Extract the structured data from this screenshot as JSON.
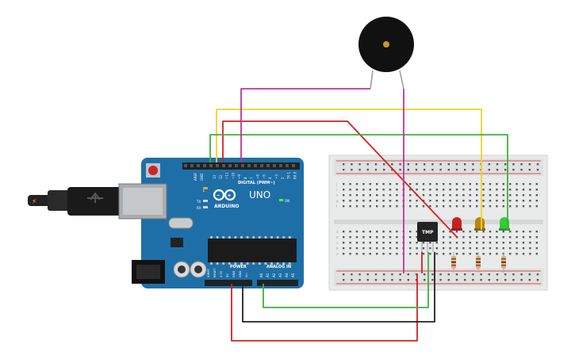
{
  "arduino": {
    "brand": "ARDUINO",
    "model": "UNO",
    "digital_label": "DIGITAL (PWM~)",
    "power_label": "POWER",
    "analog_label": "ANALOG IN",
    "on_label": "ON",
    "tx_label": "TX",
    "rx_label": "RX",
    "l_label": "L",
    "aref_label": "AREF",
    "gnd_label": "GND",
    "digital_pins": [
      "13",
      "12",
      "~11",
      "~10",
      "~9",
      "8",
      "7",
      "~6",
      "~5",
      "4",
      "~3",
      "2",
      "TX 1",
      "RX 0"
    ],
    "power_pins": [
      "IOREF",
      "RESET",
      "3.3V",
      "5V",
      "GND",
      "GND",
      "Vin"
    ],
    "analog_pins": [
      "A0",
      "A1",
      "A2",
      "A3",
      "A4",
      "A5"
    ]
  },
  "sensor": {
    "label": "TMP"
  },
  "breadboard": {
    "row_letters_top": [
      "j",
      "i",
      "h",
      "g",
      "f"
    ],
    "row_letters_bottom": [
      "e",
      "d",
      "c",
      "b",
      "a"
    ]
  },
  "colors": {
    "board": "#1e6fa8",
    "wire_red": "#d42121",
    "wire_yellow": "#f2d12a",
    "wire_green": "#3cb043",
    "wire_black": "#222222",
    "wire_magenta": "#c0359a",
    "led_red": "#c82020",
    "led_yellow": "#b8860b",
    "led_green": "#33cc33"
  }
}
